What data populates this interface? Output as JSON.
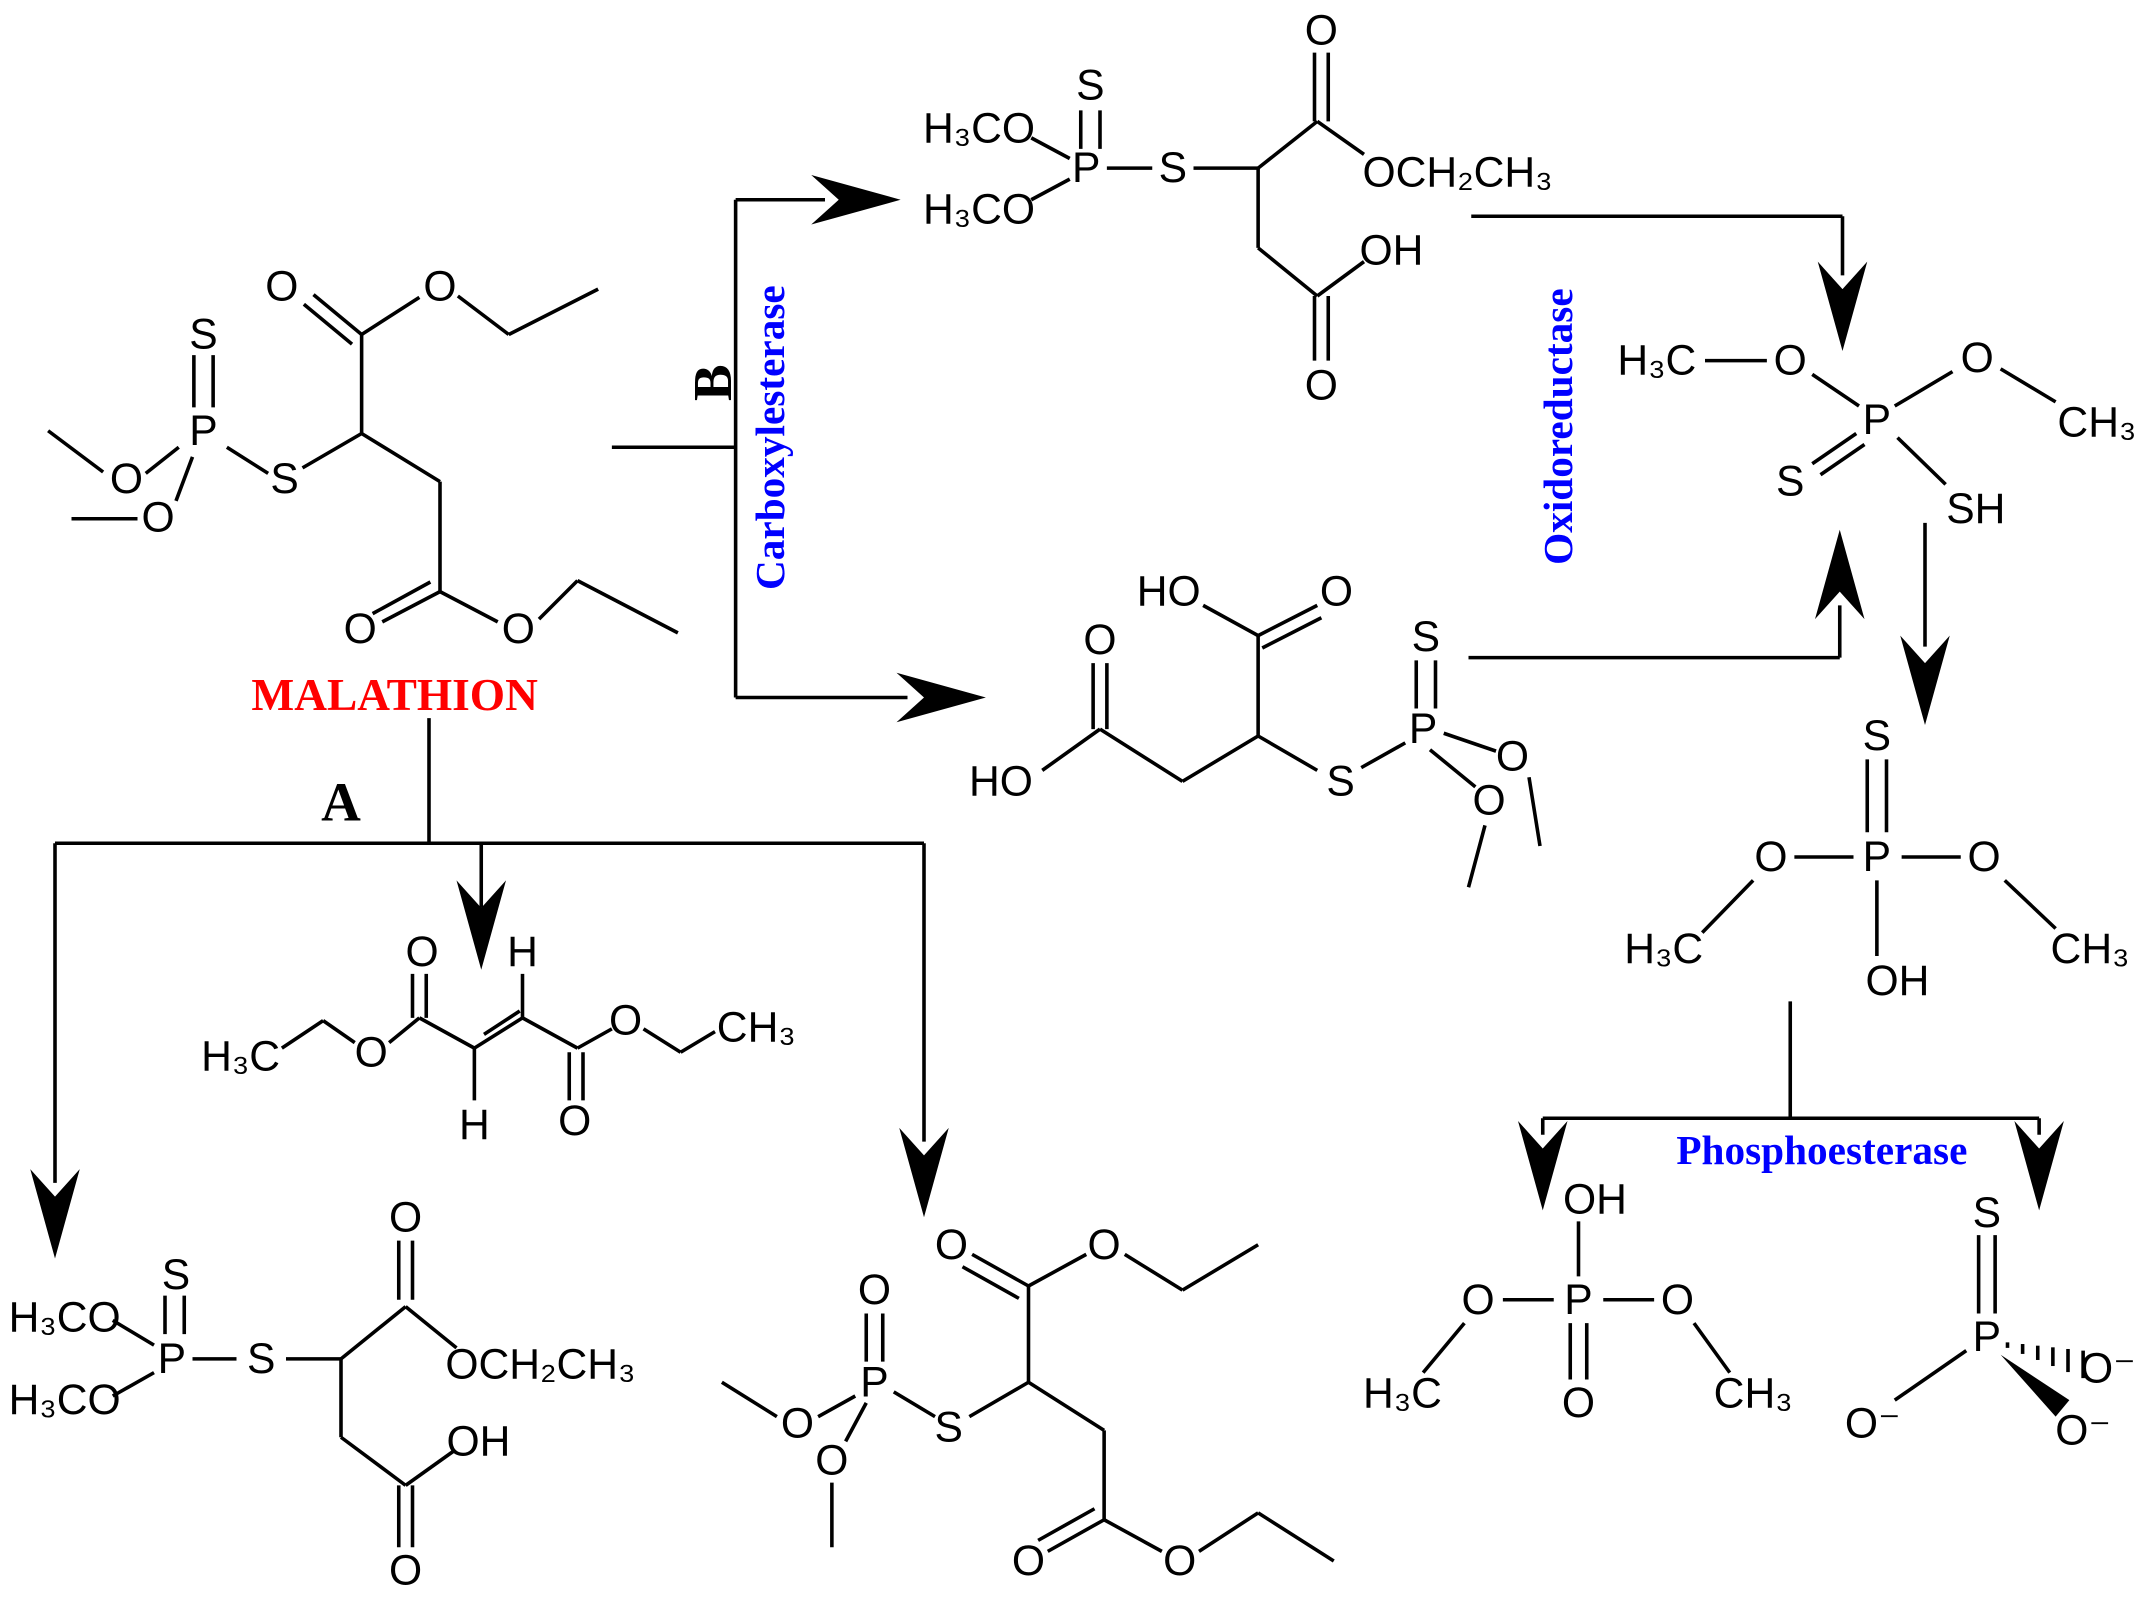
{
  "title": "MALATHION",
  "pathways": {
    "a": "A",
    "b": "B"
  },
  "enzymes": {
    "carboxylesterase": "Carboxylesterase",
    "oxidoreductase": "Oxidoreductase",
    "phosphoesterase": "Phosphoesterase"
  },
  "colors": {
    "title": "#ff0000",
    "enzyme": "#0000ff",
    "lines": "#000000"
  },
  "molecules": {
    "malathion": [
      "S",
      "P",
      "O",
      "O",
      "S",
      "O",
      "O",
      "O",
      "O"
    ],
    "monoacid_top": [
      "S",
      "H₃CO",
      "H₃CO",
      "P",
      "S",
      "O",
      "OCH₂CH₃",
      "OH",
      "O"
    ],
    "dimethyl_dithiophosphate": [
      "H₃C",
      "O",
      "P",
      "O",
      "CH₃",
      "S",
      "SH"
    ],
    "thiosuccinic_diacid": [
      "HO",
      "O",
      "O",
      "HO",
      "S",
      "P",
      "S",
      "O",
      "O"
    ],
    "dimethyl_thiophosphate": [
      "S",
      "P",
      "O",
      "O",
      "H₃C",
      "CH₃",
      "OH"
    ],
    "dimethyl_phosphate": [
      "OH",
      "P",
      "O",
      "O",
      "H₃C",
      "CH₃",
      "O"
    ],
    "thiophosphate": [
      "S",
      "P",
      "O⁻",
      "O⁻",
      "O⁻"
    ],
    "monoacid_bottom": [
      "S",
      "H₃CO",
      "H₃CO",
      "P",
      "S",
      "O",
      "OCH₂CH₃",
      "OH",
      "O"
    ],
    "diethyl_fumarate": [
      "H₃C",
      "O",
      "O",
      "H",
      "H",
      "O",
      "O",
      "CH₃"
    ],
    "malaoxon": [
      "O",
      "P",
      "O",
      "O",
      "S",
      "O",
      "O",
      "O",
      "O"
    ]
  }
}
